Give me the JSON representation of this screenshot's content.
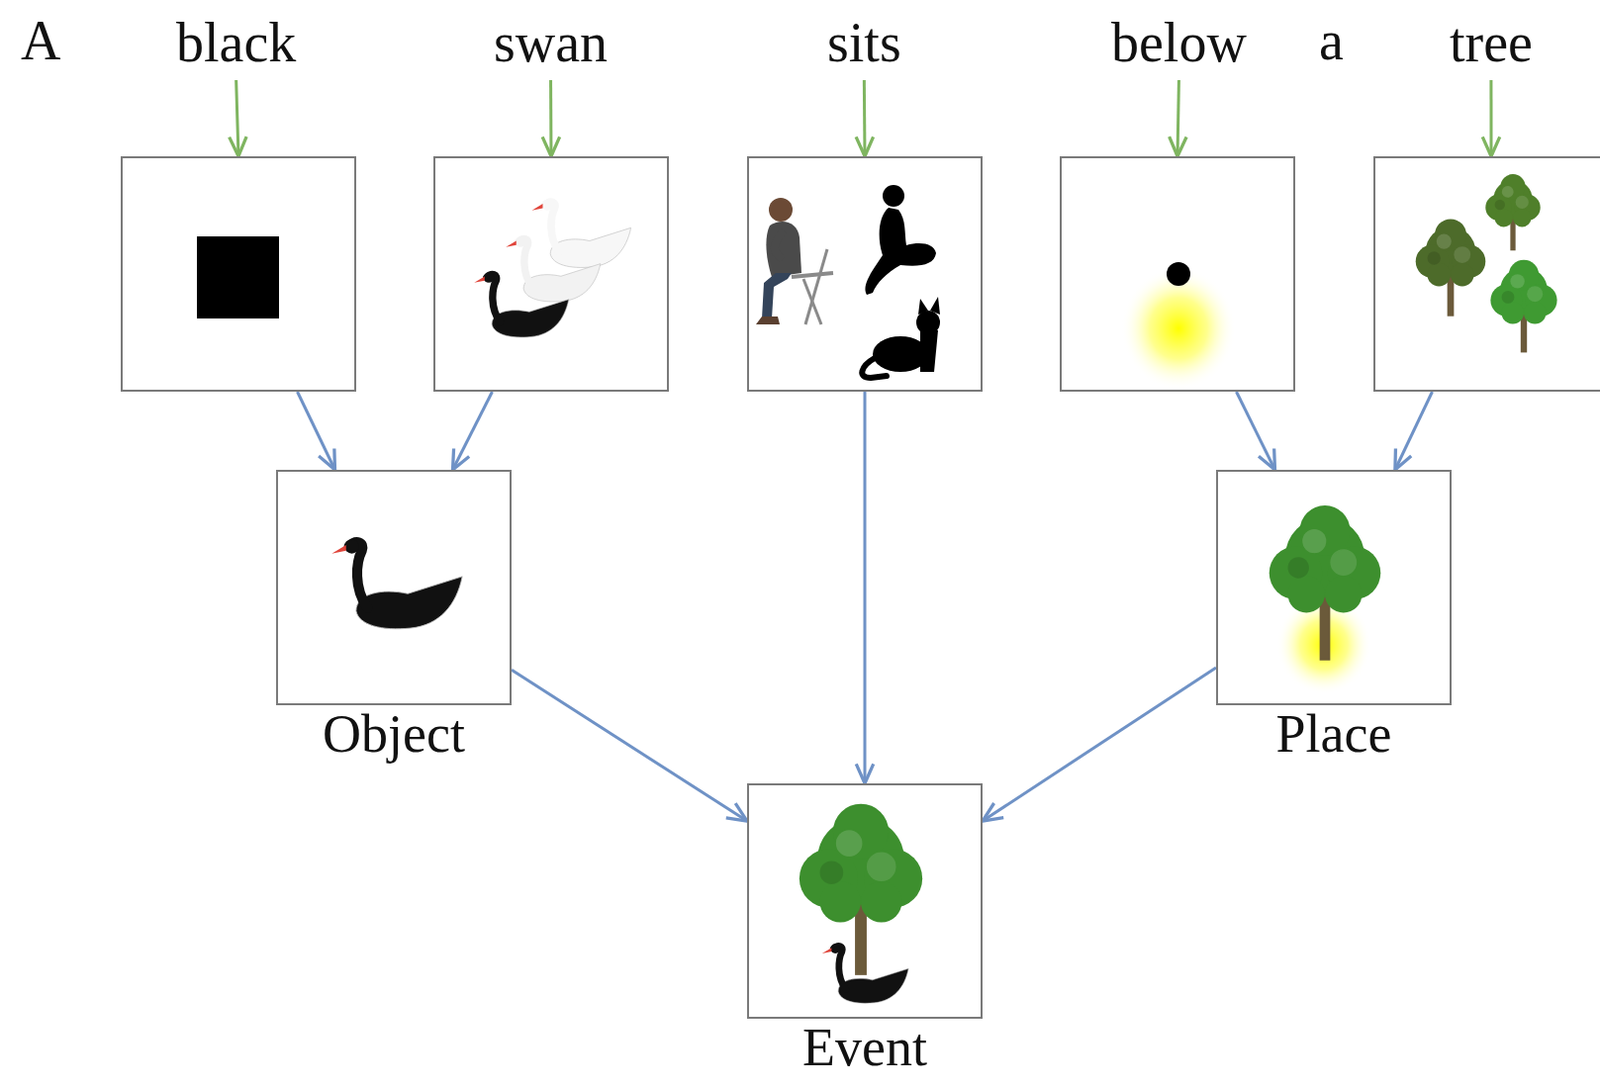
{
  "diagram": {
    "nodes": [
      {
        "text": [
          "black"
        ]
      },
      {
        "text": [
          "swan"
        ]
      },
      {
        "text": [
          "sits"
        ]
      },
      {
        "text": [
          "below"
        ]
      },
      {
        "text": [
          "tree"
        ]
      },
      {
        "text": []
      },
      {
        "text": []
      },
      {
        "text": []
      },
      {
        "text": []
      },
      {
        "text": []
      },
      {
        "text": [
          "Object"
        ]
      },
      {
        "text": [
          "Place"
        ]
      },
      {
        "text": [
          "Event"
        ]
      }
    ],
    "edges": [
      {
        "from": 0,
        "to": 5,
        "arrow": "to"
      },
      {
        "from": 1,
        "to": 6,
        "arrow": "to"
      },
      {
        "from": 2,
        "to": 7,
        "arrow": "to"
      },
      {
        "from": 3,
        "to": 8,
        "arrow": "to"
      },
      {
        "from": 4,
        "to": 9,
        "arrow": "to"
      },
      {
        "from": 5,
        "to": 10,
        "arrow": "to"
      },
      {
        "from": 6,
        "to": 10,
        "arrow": "to"
      },
      {
        "from": 8,
        "to": 11,
        "arrow": "to"
      },
      {
        "from": 9,
        "to": 11,
        "arrow": "to"
      },
      {
        "from": 10,
        "to": 12,
        "arrow": "to"
      },
      {
        "from": 7,
        "to": 12,
        "arrow": "to"
      },
      {
        "from": 11,
        "to": 12,
        "arrow": "to"
      }
    ],
    "labels": [
      "A",
      "a"
    ]
  }
}
